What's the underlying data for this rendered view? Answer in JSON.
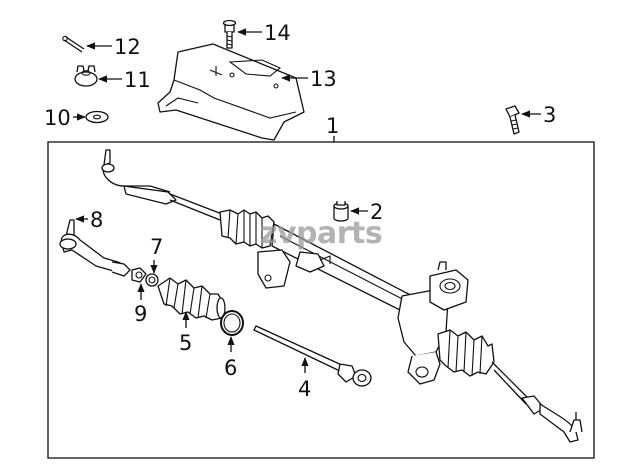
{
  "watermark": "zvparts",
  "callouts": {
    "c1": "1",
    "c2": "2",
    "c3": "3",
    "c4": "4",
    "c5": "5",
    "c6": "6",
    "c7": "7",
    "c8": "8",
    "c9": "9",
    "c10": "10",
    "c11": "11",
    "c12": "12",
    "c13": "13",
    "c14": "14"
  },
  "colors": {
    "line": "#111111",
    "background": "#ffffff",
    "watermark": "#9a9a9a"
  }
}
